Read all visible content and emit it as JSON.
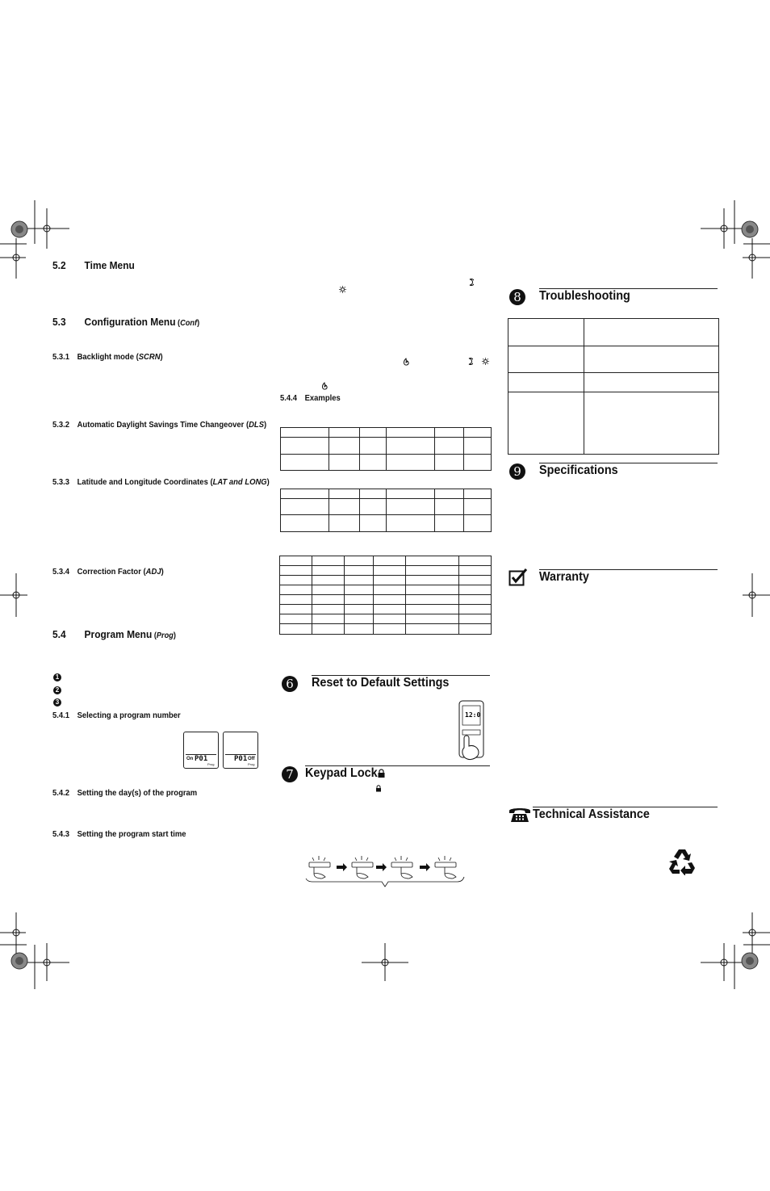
{
  "sections": {
    "s52": {
      "num": "5.2",
      "title": "Time Menu"
    },
    "s53": {
      "num": "5.3",
      "title": "Configuration Menu",
      "paren_open": " (",
      "code": "Conf",
      "paren_close": ")"
    },
    "s531": {
      "num": "5.3.1",
      "title": "Backlight mode (",
      "code": "SCRN",
      "paren_close": ")"
    },
    "s532": {
      "num": "5.3.2",
      "title": "Automatic Daylight Savings Time Changeover (",
      "code": "DLS",
      "paren_close": ")"
    },
    "s533": {
      "num": "5.3.3",
      "title": "Latitude and Longitude Coordinates (",
      "code": "LAT and LONG",
      "paren_close": ")"
    },
    "s534": {
      "num": "5.3.4",
      "title": "Correction Factor (",
      "code": "ADJ",
      "paren_close": ")"
    },
    "s54": {
      "num": "5.4",
      "title": "Program Menu",
      "paren_open": " (",
      "code": "Prog",
      "paren_close": ")"
    },
    "s541": {
      "num": "5.4.1",
      "title": "Selecting a program number"
    },
    "s542": {
      "num": "5.4.2",
      "title": "Setting the day(s) of the program"
    },
    "s543": {
      "num": "5.4.3",
      "title": "Setting the program start time"
    },
    "s544": {
      "num": "5.4.4",
      "title": "Examples"
    }
  },
  "bullets": [
    "1",
    "2",
    "3"
  ],
  "display_left": {
    "left": "On",
    "center": "P01",
    "tag": "Prog"
  },
  "display_right": {
    "center": "P01",
    "right": "Off",
    "tag": "Prog"
  },
  "chapters": {
    "c6": {
      "num": "6",
      "title": "Reset to Default Settings"
    },
    "c7": {
      "num": "7",
      "title": "Keypad Lock"
    },
    "c8": {
      "num": "8",
      "title": "Troubleshooting"
    },
    "c9": {
      "num": "9",
      "title": "Specifications"
    },
    "warranty": {
      "title": "Warranty"
    },
    "tech": {
      "title": "Technical Assistance"
    }
  },
  "icons": {
    "moon": "moon-icon",
    "sun": "sun-icon",
    "flame": "flame-icon",
    "lock": "lock-icon",
    "check": "checkbox-icon",
    "phone": "phone-icon",
    "recycle": "recycle-icon"
  }
}
